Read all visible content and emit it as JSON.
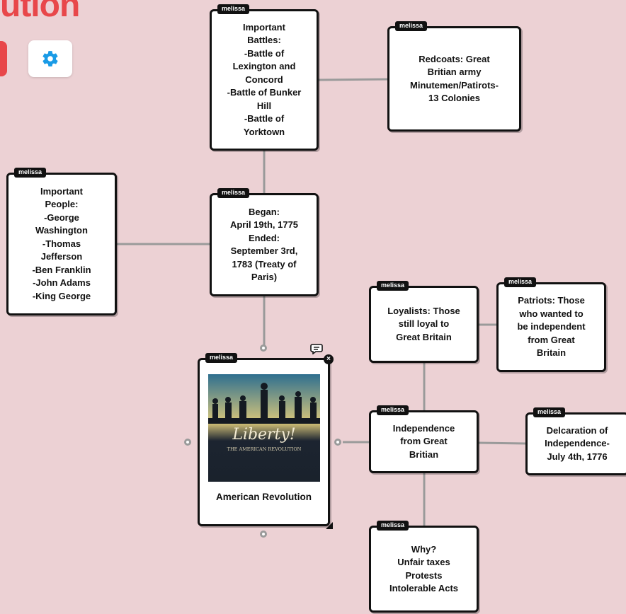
{
  "app": {
    "title_fragment": "ution",
    "settings_icon": "gear-icon",
    "accent_color": "#e8474a",
    "settings_color": "#1a9be6"
  },
  "tag_label": "melissa",
  "center": {
    "title": "American Revolution",
    "image_caption_main": "Liberty!",
    "image_caption_sub": "THE AMERICAN REVOLUTION"
  },
  "cards": {
    "battles": "Important\nBattles:\n-Battle of\nLexington and\nConcord\n-Battle of Bunker\nHill\n-Battle of\nYorktown",
    "redcoats": "Redcoats: Great\nBritian army\nMinutemen/Patirots-\n13 Colonies",
    "people": "Important\nPeople:\n-George\nWashington\n-Thomas\nJefferson\n-Ben Franklin\n-John Adams\n-King George",
    "dates": "Began:\nApril 19th, 1775\nEnded:\nSeptember 3rd,\n1783 (Treaty of\nParis)",
    "loyalists": "Loyalists: Those\nstill loyal to\nGreat Britain",
    "patriots": "Patriots: Those\nwho wanted to\nbe independent\nfrom Great\nBritain",
    "independence": "Independence\nfrom Great\nBritian",
    "declaration": "Delcaration of\nIndependence-\nJuly 4th, 1776",
    "why": "Why?\nUnfair taxes\nProtests\nIntolerable Acts"
  }
}
